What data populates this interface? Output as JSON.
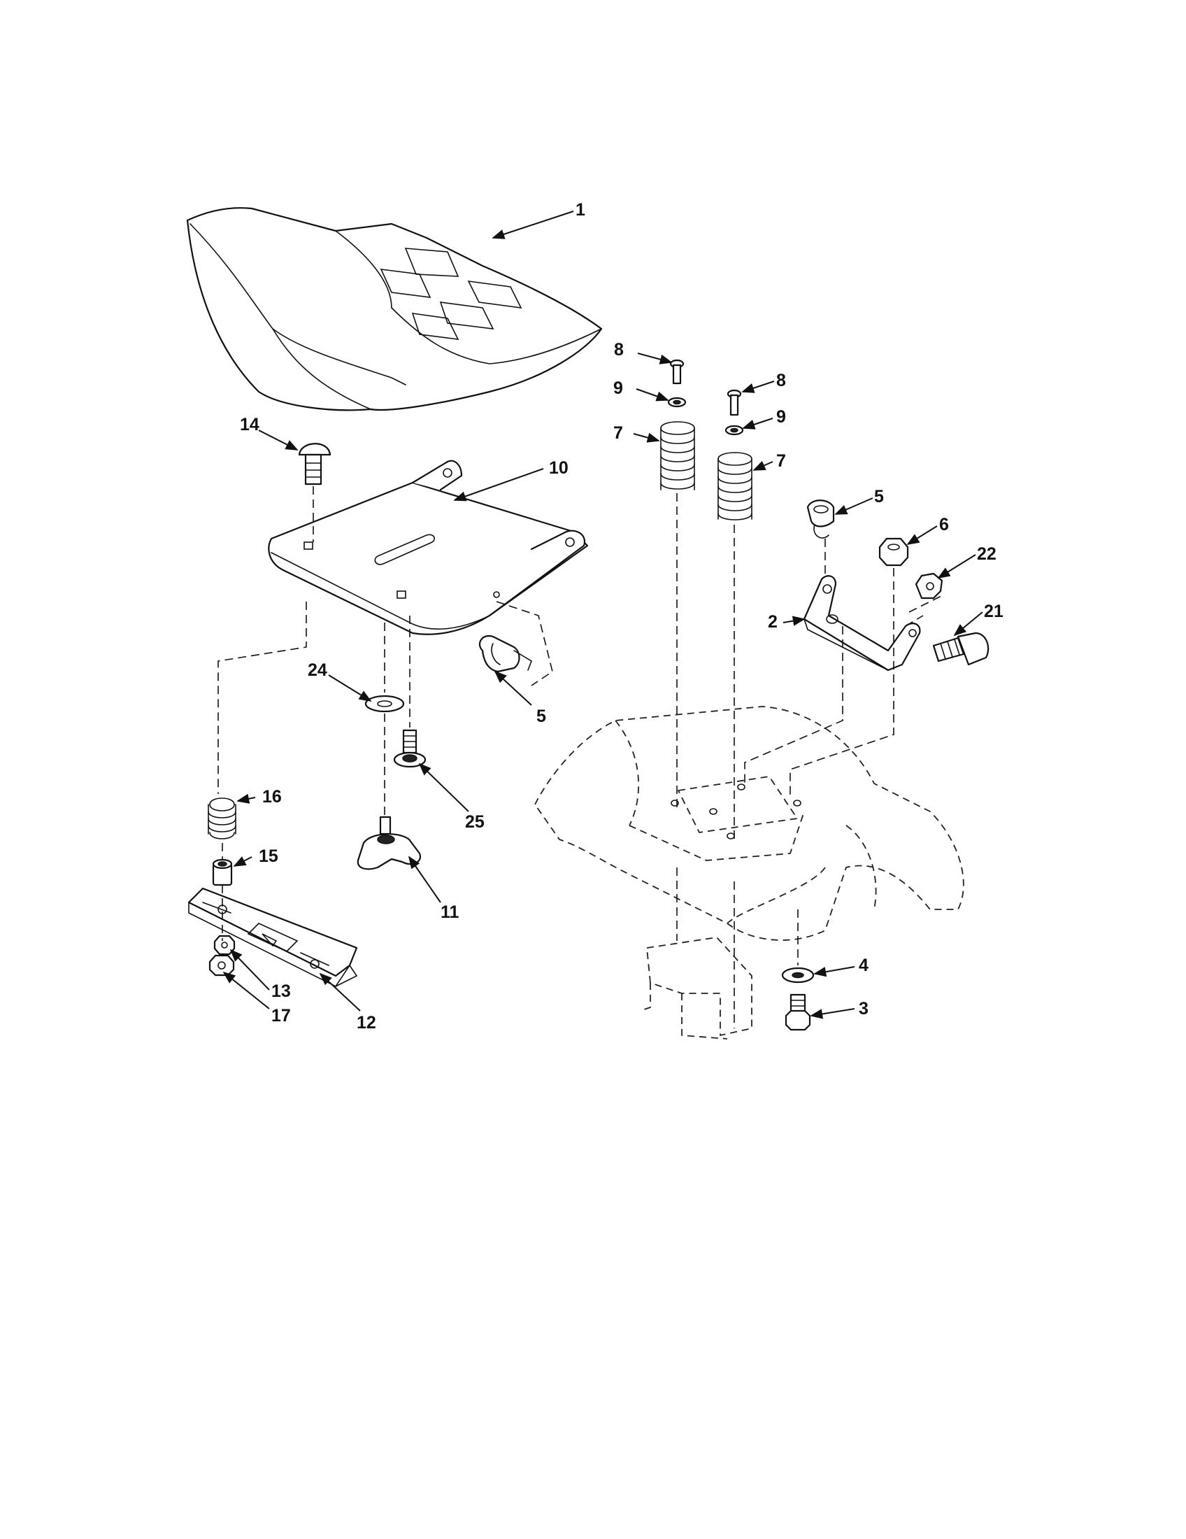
{
  "diagram": {
    "callouts": {
      "c1": "1",
      "c2": "2",
      "c3": "3",
      "c4": "4",
      "c5a": "5",
      "c5b": "5",
      "c6": "6",
      "c7a": "7",
      "c7b": "7",
      "c8a": "8",
      "c8b": "8",
      "c9a": "9",
      "c9b": "9",
      "c10": "10",
      "c11": "11",
      "c12": "12",
      "c13": "13",
      "c14": "14",
      "c15": "15",
      "c16": "16",
      "c17": "17",
      "c21": "21",
      "c22": "22",
      "c24": "24",
      "c25": "25"
    }
  }
}
